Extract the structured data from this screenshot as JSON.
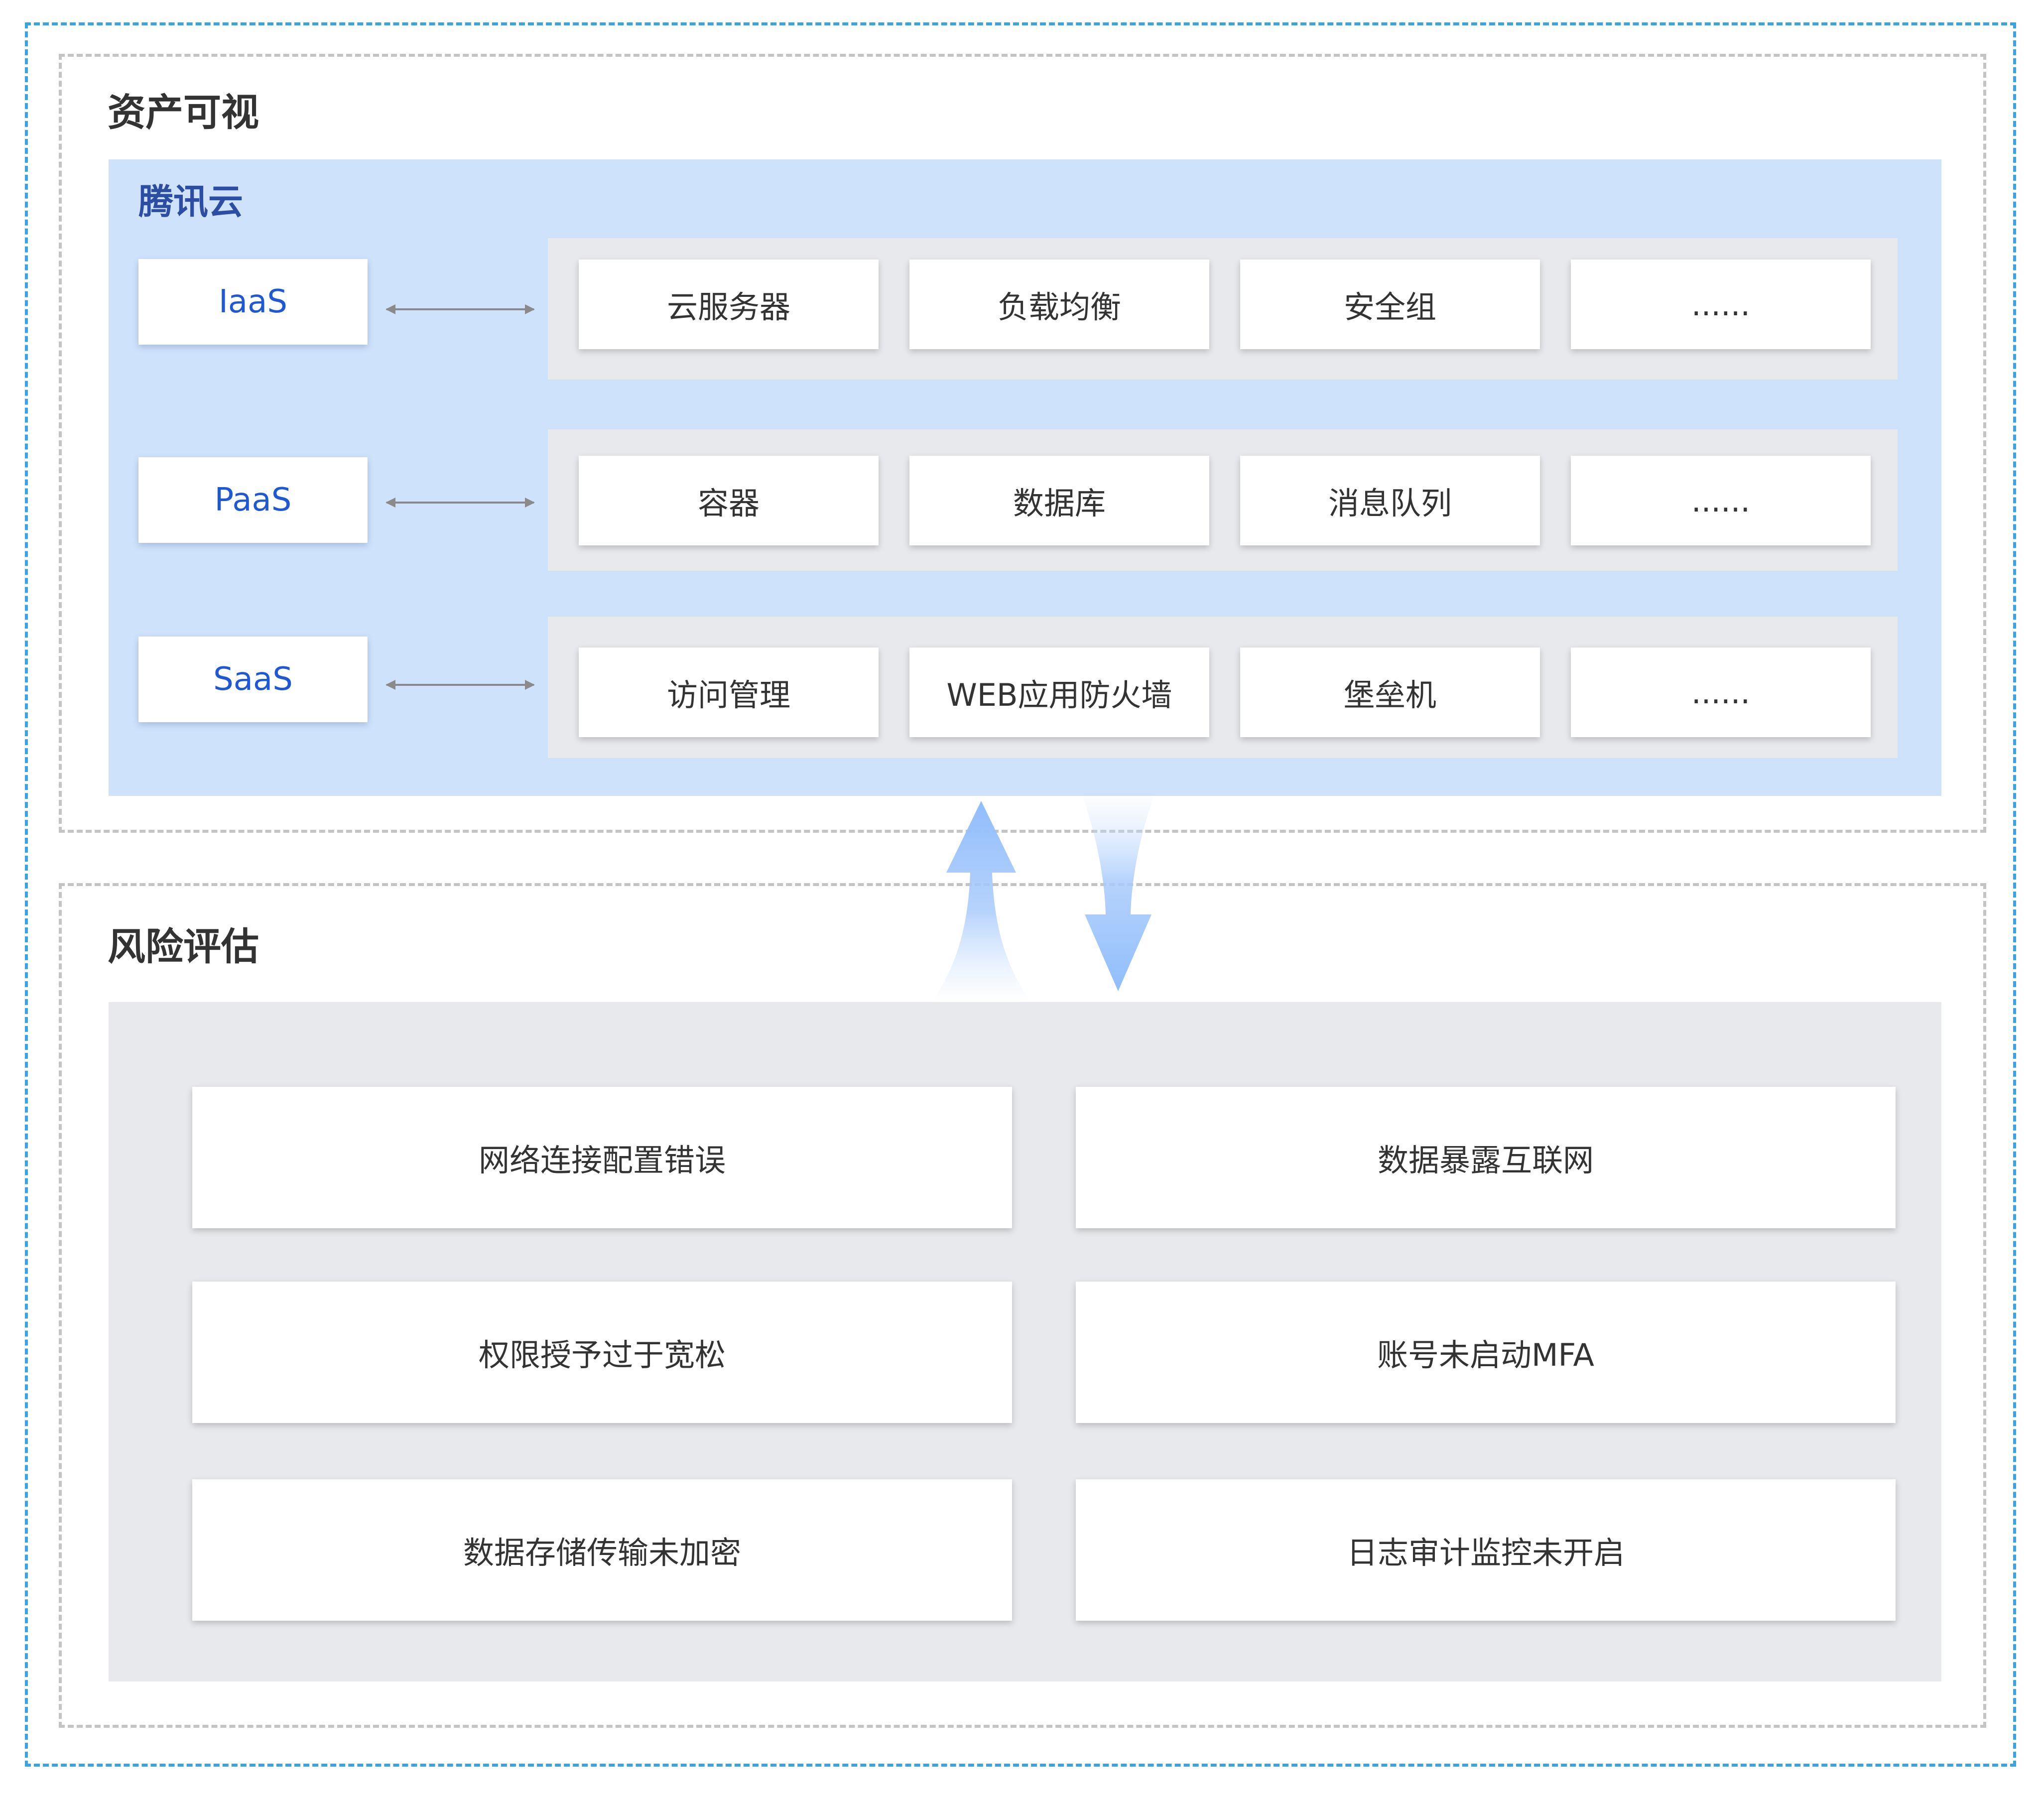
{
  "asset_visibility": {
    "title": "资产可视",
    "cloud": {
      "title": "腾讯云",
      "layers": [
        {
          "label": "IaaS",
          "items": [
            "云服务器",
            "负载均衡",
            "安全组",
            "......"
          ]
        },
        {
          "label": "PaaS",
          "items": [
            "容器",
            "数据库",
            "消息队列",
            "......"
          ]
        },
        {
          "label": "SaaS",
          "items": [
            "访问管理",
            "WEB应用防火墙",
            "堡垒机",
            "......"
          ]
        }
      ]
    }
  },
  "risk_assessment": {
    "title": "风险评估",
    "items": [
      "网络连接配置错误",
      "数据暴露互联网",
      "权限授予过于宽松",
      "账号未启动MFA",
      "数据存储传输未加密",
      "日志审计监控未开启"
    ]
  },
  "colors": {
    "outer_border": "#3aa3e3",
    "section_border": "#c4c4c4",
    "cloud_panel": "#cfe2fc",
    "layer_text": "#1f58d6",
    "cloud_title": "#2b4da3",
    "row_background": "#e8e9ec",
    "flow_arrow": "#8fbdfc"
  }
}
